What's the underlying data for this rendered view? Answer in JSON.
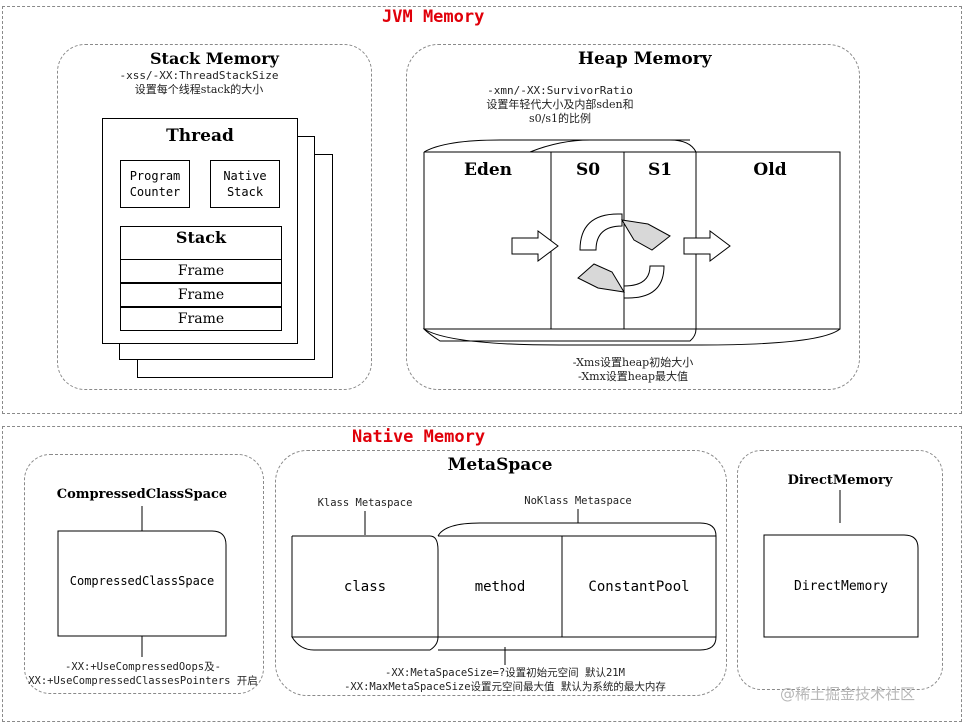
{
  "jvm": {
    "title": "JVM Memory",
    "stack": {
      "title": "Stack Memory",
      "note_line1": "-xss/-XX:ThreadStackSize",
      "note_line2": "设置每个线程stack的大小",
      "thread_title": "Thread",
      "program_counter_1": "Program",
      "program_counter_2": "Counter",
      "native_stack_1": "Native",
      "native_stack_2": "Stack",
      "stack_title": "Stack",
      "frames": [
        "Frame",
        "Frame",
        "Frame"
      ]
    },
    "heap": {
      "title": "Heap Memory",
      "note_line1": "-xmn/-XX:SurvivorRatio",
      "note_line2": "设置年轻代大小及内部sden和",
      "note_line3": "s0/s1的比例",
      "eden": "Eden",
      "s0": "S0",
      "s1": "S1",
      "old": "Old",
      "bottom_line1": "-Xms设置heap初始大小",
      "bottom_line2": "-Xmx设置heap最大值"
    }
  },
  "native": {
    "title": "Native Memory",
    "ccs": {
      "title": "CompressedClassSpace",
      "box_label": "CompressedClassSpace",
      "note_line1": "-XX:+UseCompressedOops及-",
      "note_line2": "XX:+UseCompressedClassesPointers 开启"
    },
    "meta": {
      "title": "MetaSpace",
      "klass_label": "Klass Metaspace",
      "noklass_label": "NoKlass Metaspace",
      "class": "class",
      "method": "method",
      "constant_pool": "ConstantPool",
      "note_line1": "-XX:MetaSpaceSize=?设置初始元空间 默认21M",
      "note_line2": "-XX:MaxMetaSpaceSize设置元空间最大值 默认为系统的最大内存"
    },
    "direct": {
      "title": "DirectMemory",
      "box_label": "DirectMemory"
    }
  },
  "watermark": "@稀土掘金技术社区"
}
